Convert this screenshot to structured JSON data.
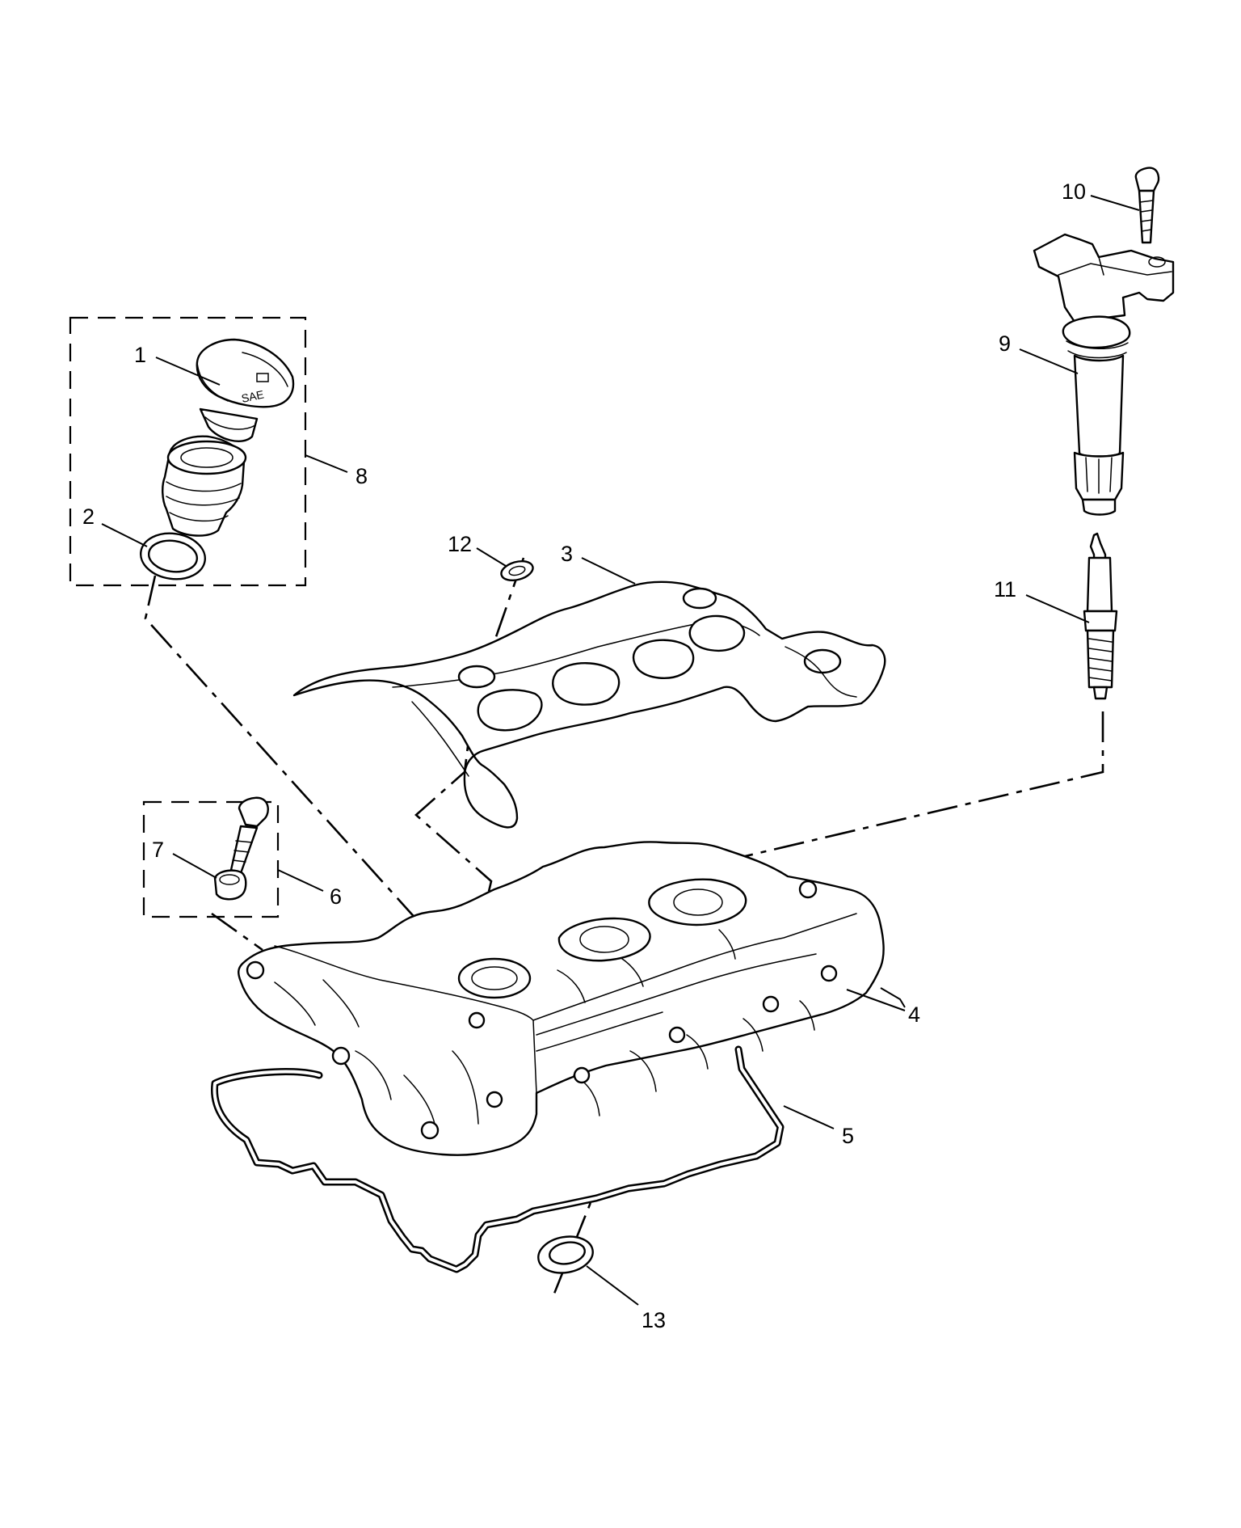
{
  "callouts": [
    {
      "id": "1",
      "label": "1"
    },
    {
      "id": "2",
      "label": "2"
    },
    {
      "id": "3",
      "label": "3"
    },
    {
      "id": "4",
      "label": "4"
    },
    {
      "id": "5",
      "label": "5"
    },
    {
      "id": "6",
      "label": "6"
    },
    {
      "id": "7",
      "label": "7"
    },
    {
      "id": "8",
      "label": "8"
    },
    {
      "id": "9",
      "label": "9"
    },
    {
      "id": "10",
      "label": "10"
    },
    {
      "id": "11",
      "label": "11"
    },
    {
      "id": "12",
      "label": "12"
    },
    {
      "id": "13",
      "label": "13"
    }
  ],
  "cap_marking": "SAE"
}
